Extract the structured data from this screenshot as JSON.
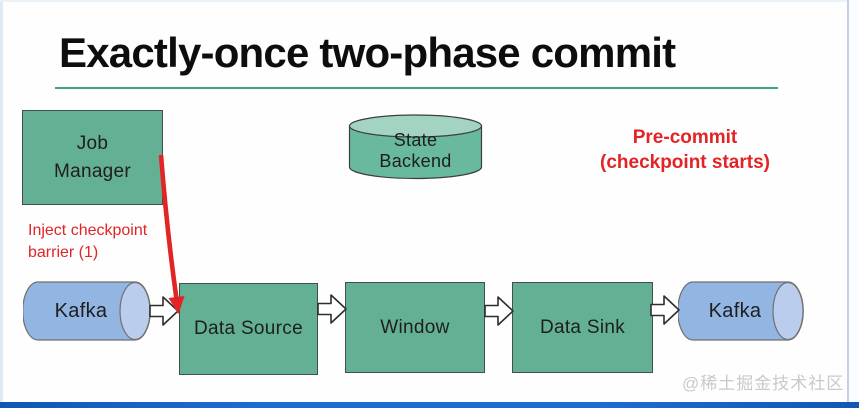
{
  "title": {
    "text": "Exactly-once two-phase commit"
  },
  "nodes": {
    "job_manager": {
      "line1": "Job",
      "line2": "Manager"
    },
    "state_backend": {
      "line1": "State",
      "line2": "Backend"
    },
    "kafka_source": {
      "label": "Kafka"
    },
    "data_source": {
      "label": "Data Source"
    },
    "window": {
      "label": "Window"
    },
    "data_sink": {
      "label": "Data Sink"
    },
    "kafka_sink": {
      "label": "Kafka"
    }
  },
  "annotations": {
    "pre_commit": {
      "line1": "Pre-commit",
      "line2": "(checkpoint starts)"
    },
    "inject_barrier": {
      "line1": "Inject checkpoint",
      "line2": "barrier (1)"
    }
  },
  "watermark": "@稀土掘金技术社区",
  "colors": {
    "box_teal": "#64b094",
    "cylinder_teal_body": "#68b99d",
    "cylinder_teal_top": "#a3d4c1",
    "kafka_blue_body": "#93b5e2",
    "kafka_blue_cap": "#bacdec",
    "annotation_red": "#e22426",
    "title_underline_teal": "#3fa388",
    "bottom_bar_blue": "#1e6bd4",
    "watermark_gray": "#c9c9c9"
  }
}
